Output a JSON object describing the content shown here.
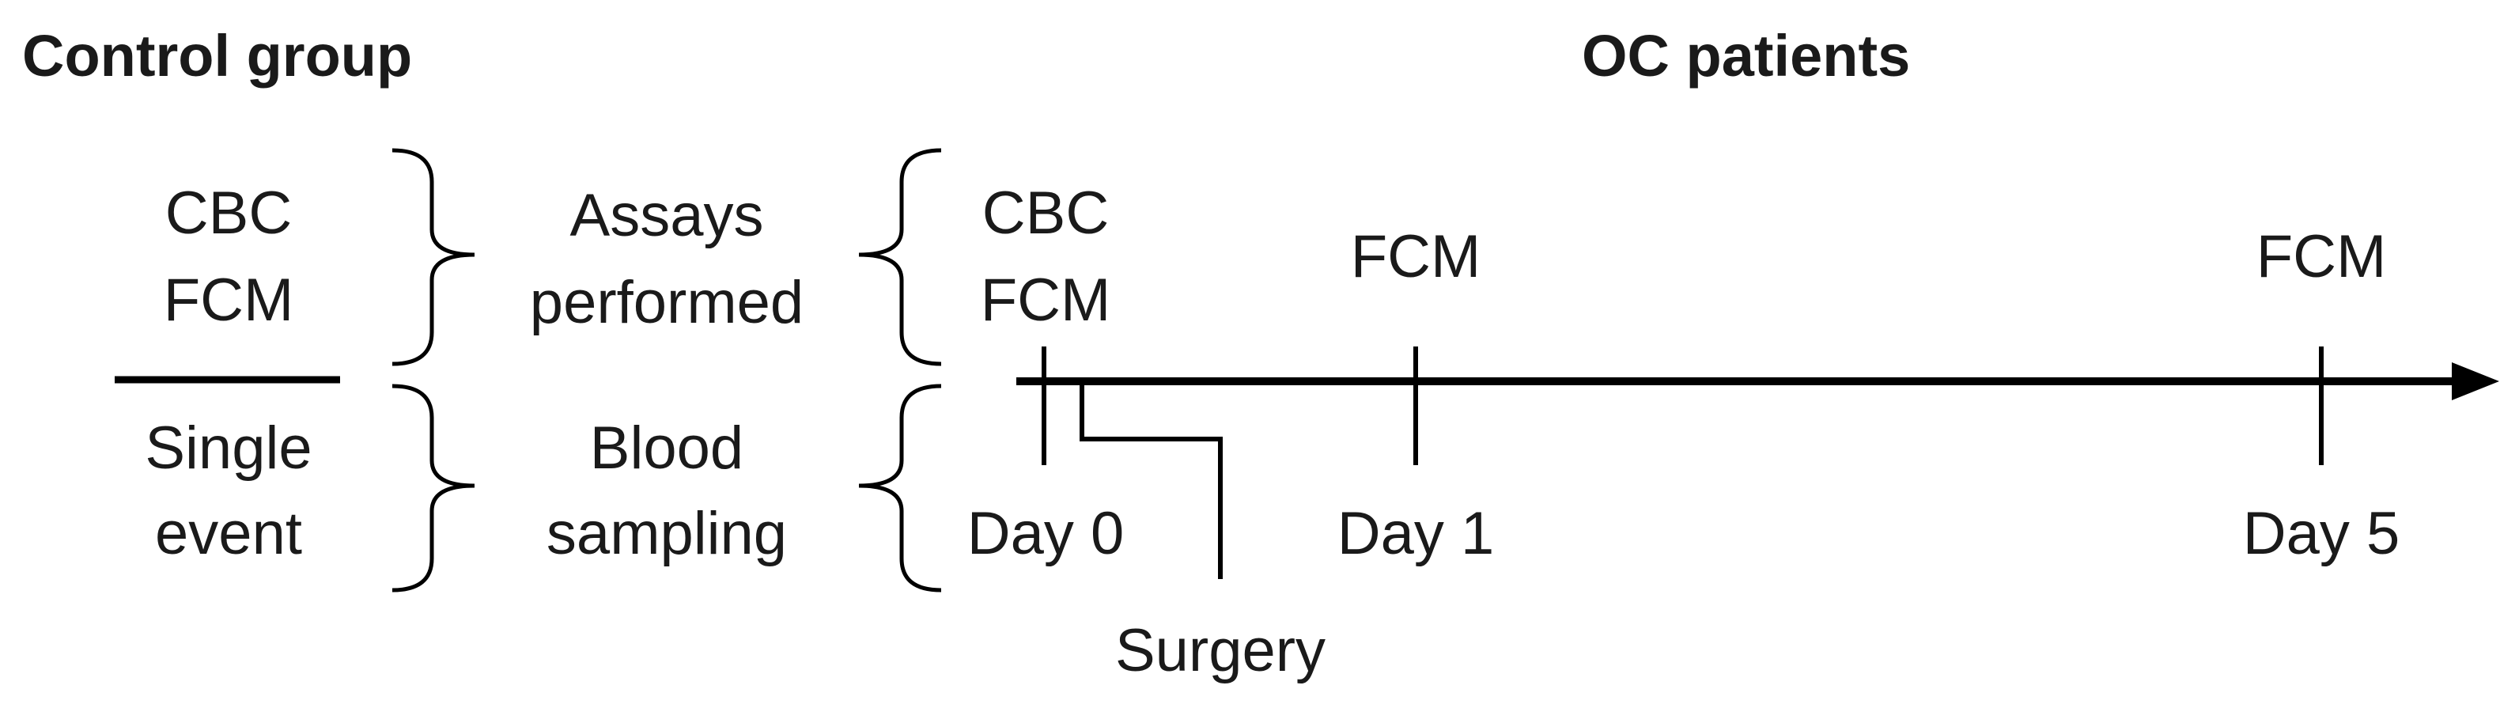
{
  "headings": {
    "control_group": "Control group",
    "oc_patients": "OC patients"
  },
  "control": {
    "assays": [
      "CBC",
      "FCM"
    ],
    "sampling": [
      "Single",
      "event"
    ]
  },
  "middle": {
    "assays": [
      "Assays",
      "performed"
    ],
    "sampling": [
      "Blood",
      "sampling"
    ]
  },
  "timeline": {
    "day0_assays": [
      "CBC",
      "FCM"
    ],
    "day1_assay": "FCM",
    "day5_assay": "FCM",
    "day0_label": "Day 0",
    "day1_label": "Day 1",
    "day5_label": "Day 5",
    "surgery_label": "Surgery"
  }
}
